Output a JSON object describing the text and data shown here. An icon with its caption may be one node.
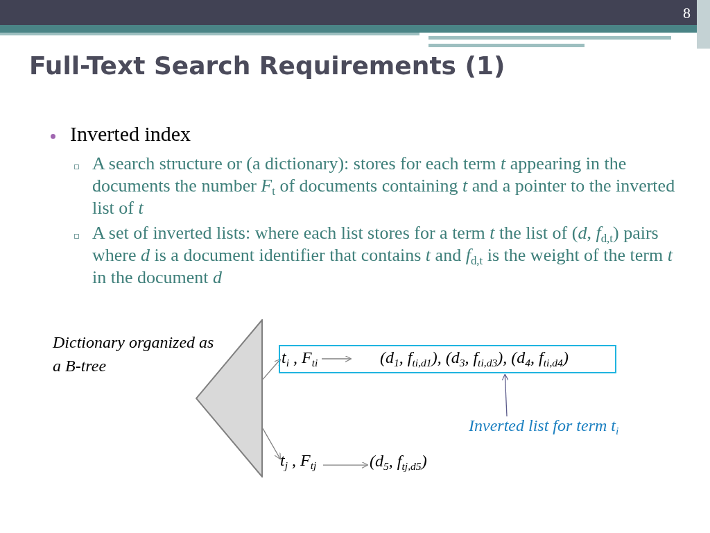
{
  "diagram": {
    "title": "Full-Text Search Requirements (1)",
    "nodes": [
      {
        "text": [],
        "shape": "triangle",
        "beside": [
          "Dictionary organized as a B-tree"
        ]
      },
      {
        "text": [],
        "shape": "box"
      },
      {
        "text": [
          "t$_{i}$ , F$_{ti}$"
        ],
        "in": 1
      },
      {
        "text": [
          "(d$_{1}$, f$_{ti,d1}$), (d$_{3}$, f$_{ti,d3}$), (d$_{4}$, f$_{ti,d4}$)"
        ],
        "in": 1
      },
      {
        "text": [
          "t$_{j}$ , F$_{tj}$"
        ]
      },
      {
        "text": [
          "(d$_{5}$, f$_{tj,d5}$)"
        ]
      },
      {
        "text": [
          "Inverted list for term t$_{i}$"
        ]
      }
    ],
    "edges": [
      {
        "from": 0,
        "to": 2,
        "arrow": "to"
      },
      {
        "from": 0,
        "to": 4,
        "arrow": "to"
      },
      {
        "from": 2,
        "to": 3,
        "arrow": "to"
      },
      {
        "from": 4,
        "to": 5,
        "arrow": "to"
      },
      {
        "from": 6,
        "to": 1,
        "arrow": "to",
        "color": "#5a5a8a"
      }
    ],
    "labels": [
      "8",
      "Inverted index",
      "A search structure or (a dictionary): stores for each term *t* appearing in the documents the number *F*$_{t}$ of documents containing *t* and a pointer to the inverted list of *t*",
      "A set of inverted lists: where each list stores for a term *t* the list of (*d*, *f*$_{d,t}$) pairs where *d* is a document identifier that contains *t* and *f*$_{d,t}$ is the weight of the term *t* in the document *d*"
    ]
  }
}
